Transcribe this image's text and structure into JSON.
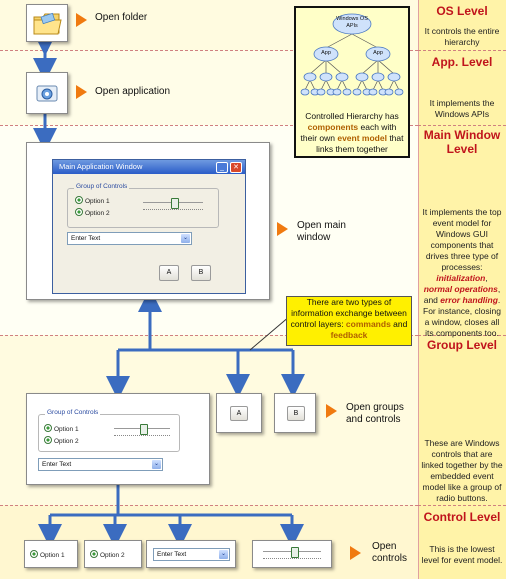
{
  "levels": [
    {
      "title": "OS Level",
      "description": "It controls the entire hierarchy"
    },
    {
      "title": "App. Level",
      "description": "It implements the Windows APIs"
    },
    {
      "title": "Main Window Level",
      "description_parts": [
        "It implements the top event model for Windows GUI components that drives three type of processes: ",
        "initialization",
        ", ",
        "normal operations",
        ", and ",
        "error handling",
        ". For instance, closing a window, closes all its components too."
      ]
    },
    {
      "title": "Group Level",
      "description": "These are Windows controls that are linked together by the embedded event model like a group of radio buttons."
    },
    {
      "title": "Control Level",
      "description": "This is the lowest level for event model."
    }
  ],
  "labels": {
    "open_folder": "Open folder",
    "open_application": "Open application",
    "open_main_window": "Open main window",
    "open_groups": "Open groups and controls",
    "open_controls": "Open controls"
  },
  "main_window": {
    "title": "Main Application Window",
    "minimize": "_",
    "close": "✕"
  },
  "group": {
    "caption": "Group of Controls",
    "option1": "Option 1",
    "option2": "Option 2",
    "combo_text": "Enter Text",
    "combo_arrow": "⌄",
    "button_a": "A",
    "button_b": "B"
  },
  "hierarchy": {
    "root": "Windows OS APIs",
    "child": "App",
    "caption_parts": [
      "Controlled Hierarchy has ",
      "components",
      " each with their own ",
      "event model",
      " that links them together"
    ]
  },
  "callout": {
    "parts": [
      "There are two types of information exchange between control layers: ",
      "commands",
      " and ",
      "feedback"
    ]
  },
  "colors": {
    "title_red": "#c0141c",
    "arrow_orange": "#f07a10",
    "connector_blue": "#3b6cc0",
    "highlight_yellow": "#fff000"
  },
  "icons": [
    "folder-icon",
    "application-icon"
  ]
}
